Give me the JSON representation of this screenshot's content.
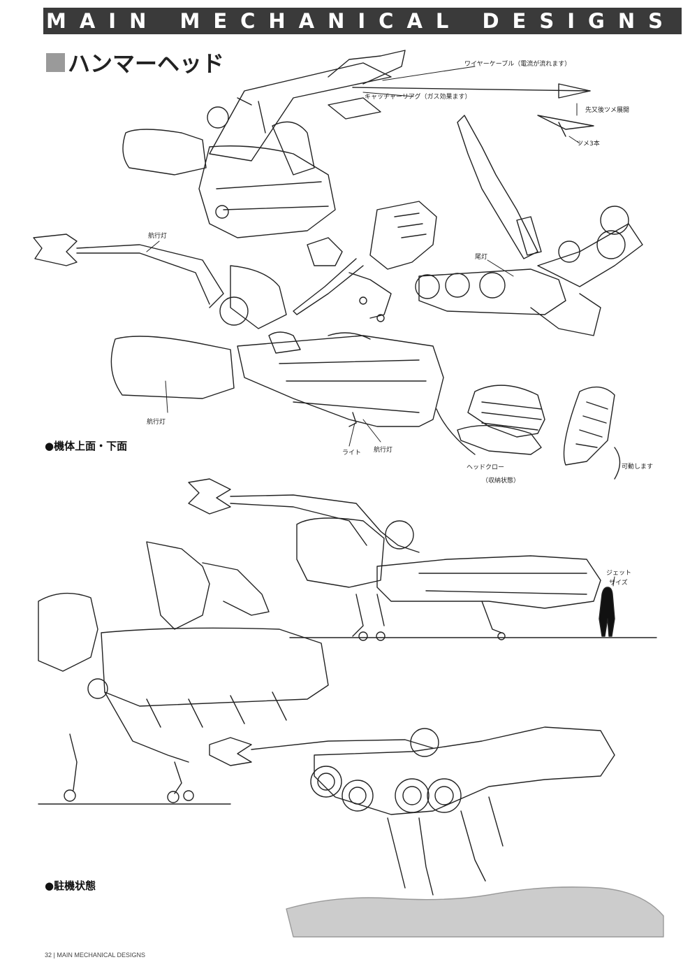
{
  "header": {
    "title": "MAIN MECHANICAL DESIGNS"
  },
  "section": {
    "title": "ハンマーヘッド"
  },
  "captions": {
    "top_bottom_view": "●機体上面・下面",
    "parked_state": "●駐機状態"
  },
  "annotations": {
    "wire_cable": "ワイヤーケーブル（電流が流れます）",
    "catcher_rear": "キャッチャーリアグ（ガス効果ます）",
    "claw_open": "先又後ツメ展開",
    "claw": "ツメ3本",
    "nav_light_1": "航行灯",
    "nav_light_2": "航行灯",
    "nav_light_3": "航行灯",
    "tail_light": "尾灯",
    "light": "ライト",
    "head_claw": "ヘッドクロー",
    "head_claw_stowed": "（収納状態）",
    "rotates": "可動します",
    "jet_size_1": "ジェット",
    "jet_size_2": "サイズ"
  },
  "footer": {
    "page": "32",
    "label": "MAIN MECHANICAL DESIGNS"
  }
}
